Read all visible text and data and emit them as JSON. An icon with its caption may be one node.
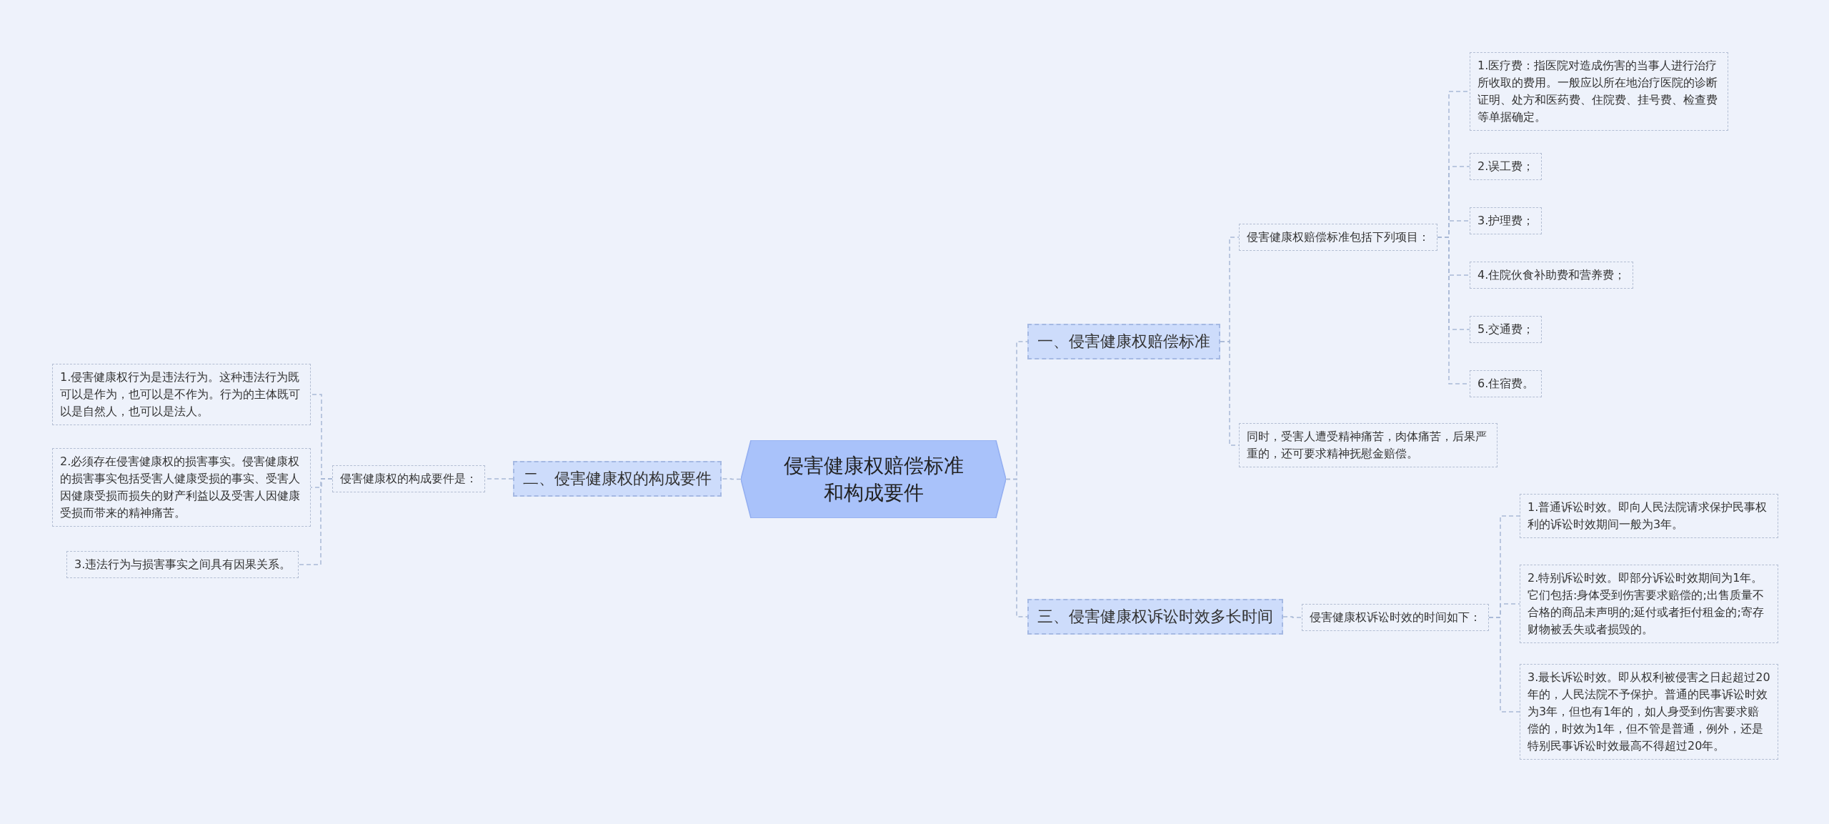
{
  "diagram": {
    "nodes": [
      {
        "text": [
          "侵害健康权赔偿标准和构成要件"
        ]
      },
      {
        "text": [
          "一、侵害健康权赔偿标准"
        ]
      },
      {
        "text": [
          "侵害健康权赔偿标准包括下列项目："
        ]
      },
      {
        "text": [
          "1.医疗费：指医院对造成伤害的当事人进行治疗所收取的费用。一般应以所在地治疗医院的诊断证明、处方和医药费、住院费、挂号费、检查费等单据确定。"
        ]
      },
      {
        "text": [
          "2.误工费；"
        ]
      },
      {
        "text": [
          "3.护理费；"
        ]
      },
      {
        "text": [
          "4.住院伙食补助费和营养费；"
        ]
      },
      {
        "text": [
          "5.交通费；"
        ]
      },
      {
        "text": [
          "6.住宿费。"
        ]
      },
      {
        "text": [
          "同时，受害人遭受精神痛苦，肉体痛苦，后果严重的，还可要求精神抚慰金赔偿。"
        ]
      },
      {
        "text": [
          "二、侵害健康权的构成要件"
        ]
      },
      {
        "text": [
          "侵害健康权的构成要件是："
        ]
      },
      {
        "text": [
          "1.侵害健康权行为是违法行为。这种违法行为既可以是作为，也可以是不作为。行为的主体既可以是自然人，也可以是法人。"
        ]
      },
      {
        "text": [
          "2.必须存在侵害健康权的损害事实。侵害健康权的损害事实包括受害人健康受损的事实、受害人因健康受损而损失的财产利益以及受害人因健康受损而带来的精神痛苦。"
        ]
      },
      {
        "text": [
          "3.违法行为与损害事实之间具有因果关系。"
        ]
      },
      {
        "text": [
          "三、侵害健康权诉讼时效多长时间"
        ]
      },
      {
        "text": [
          "侵害健康权诉讼时效的时间如下："
        ]
      },
      {
        "text": [
          "1.普通诉讼时效。即向人民法院请求保护民事权利的诉讼时效期间一般为3年。"
        ]
      },
      {
        "text": [
          "2.特别诉讼时效。即部分诉讼时效期间为1年。它们包括:身体受到伤害要求赔偿的;出售质量不合格的商品未声明的;延付或者拒付租金的;寄存财物被丢失或者损毁的。"
        ]
      },
      {
        "text": [
          "3.最长诉讼时效。即从权利被侵害之日起超过20年的，人民法院不予保护。普通的民事诉讼时效为3年，但也有1年的，如人身受到伤害要求赔偿的，时效为1年，但不管是普通，例外，还是特别民事诉讼时效最高不得超过20年。"
        ]
      }
    ],
    "edges": [
      {
        "from": 0,
        "to": 1,
        "arrow": "none"
      },
      {
        "from": 0,
        "to": 10,
        "arrow": "none"
      },
      {
        "from": 0,
        "to": 15,
        "arrow": "none"
      },
      {
        "from": 1,
        "to": 2,
        "arrow": "none"
      },
      {
        "from": 1,
        "to": 9,
        "arrow": "none"
      },
      {
        "from": 2,
        "to": 3,
        "arrow": "none"
      },
      {
        "from": 2,
        "to": 4,
        "arrow": "none"
      },
      {
        "from": 2,
        "to": 5,
        "arrow": "none"
      },
      {
        "from": 2,
        "to": 6,
        "arrow": "none"
      },
      {
        "from": 2,
        "to": 7,
        "arrow": "none"
      },
      {
        "from": 2,
        "to": 8,
        "arrow": "none"
      },
      {
        "from": 10,
        "to": 11,
        "arrow": "none"
      },
      {
        "from": 11,
        "to": 12,
        "arrow": "none"
      },
      {
        "from": 11,
        "to": 13,
        "arrow": "none"
      },
      {
        "from": 11,
        "to": 14,
        "arrow": "none"
      },
      {
        "from": 15,
        "to": 16,
        "arrow": "none"
      },
      {
        "from": 16,
        "to": 17,
        "arrow": "none"
      },
      {
        "from": 16,
        "to": 18,
        "arrow": "none"
      },
      {
        "from": 16,
        "to": 19,
        "arrow": "none"
      }
    ]
  }
}
